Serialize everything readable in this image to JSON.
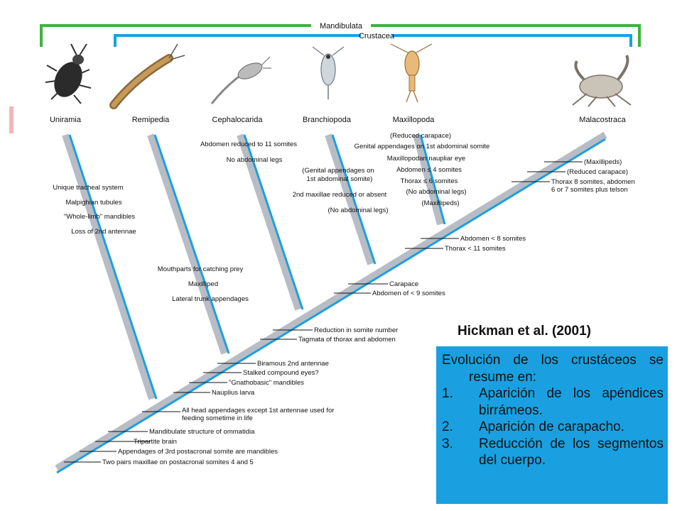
{
  "groups": {
    "mandibulata": "Mandibulata",
    "crustacea": "Crustacea"
  },
  "taxa": [
    {
      "name": "Uniramia",
      "icon": "beetle-icon"
    },
    {
      "name": "Remipedia",
      "icon": "remipede-icon"
    },
    {
      "name": "Cephalocarida",
      "icon": "cephalocarid-icon"
    },
    {
      "name": "Branchiopoda",
      "icon": "branchiopod-icon"
    },
    {
      "name": "Maxillopoda",
      "icon": "copepod-icon"
    },
    {
      "name": "Malacostraca",
      "icon": "crab-icon"
    }
  ],
  "characters": {
    "trunk": [
      "All head appendages except 1st antennae used for",
      "feeding sometime in life",
      "Mandibulate structure of ommatidia",
      "Tripartite brain",
      "Appendages of 3rd postacronal somite are mandibles",
      "Two pairs maxillae on postacronal somites 4 and 5"
    ],
    "crustacea_node": [
      "Biramous 2nd antennae",
      "Stalked compound eyes?",
      "\"Gnathobasic\" mandibles",
      "Nauplius larva"
    ],
    "node_ceph": [
      "Reduction in somite number",
      "Tagmata of thorax and abdomen"
    ],
    "node_branch": [
      "Carapace",
      "Abdomen of < 9 somites"
    ],
    "node_maxillo": [
      "Abdomen < 8 somites",
      "Thorax < 11 somites"
    ],
    "uniramia": [
      "Unique tracheal system",
      "Malpighian tubules",
      "\"Whole-limb\" mandibles",
      "Loss of 2nd antennae"
    ],
    "remipedia": [
      "Mouthparts for catching prey",
      "Maxilliped",
      "Lateral trunk appendages"
    ],
    "cephalocarida": [
      "Abdomen reduced to 11 somites",
      "No abdominal legs"
    ],
    "branchiopoda": [
      "(Genital appendages on",
      "1st abdominal somite)",
      "2nd maxillae reduced or absent",
      "(No abdominal legs)"
    ],
    "maxillopoda": [
      "(Reduced carapace)",
      "Genital appendages on 1st abdominal somite",
      "Maxillopodan naupliar eye",
      "Abdomen ≤ 4 somites",
      "Thorax ≤ 6 somites",
      "(No abdominal legs)",
      "(Maxillipeds)"
    ],
    "malacostraca": [
      "(Maxillipeds)",
      "(Reduced carapace)",
      "Thorax 8 somites, abdomen",
      "6 or 7 somites plus telson"
    ]
  },
  "citation": "Hickman et al. (2001)",
  "summary": {
    "intro": "Evolución de los crustáceos se resume en:",
    "items": [
      {
        "num": "1.",
        "text": "Aparición de los apéndices birrámeos."
      },
      {
        "num": "2.",
        "text": "Aparición de carapacho."
      },
      {
        "num": "3.",
        "text": "Reducción de los segmentos del cuerpo."
      }
    ]
  },
  "colors": {
    "mandibulata_bracket": "#3cb43c",
    "crustacea_bracket": "#1aa0e0",
    "branch_gray": "#b8bcc4",
    "branch_blue": "#1aa0e0",
    "summary_box": "#1aa0e0"
  }
}
